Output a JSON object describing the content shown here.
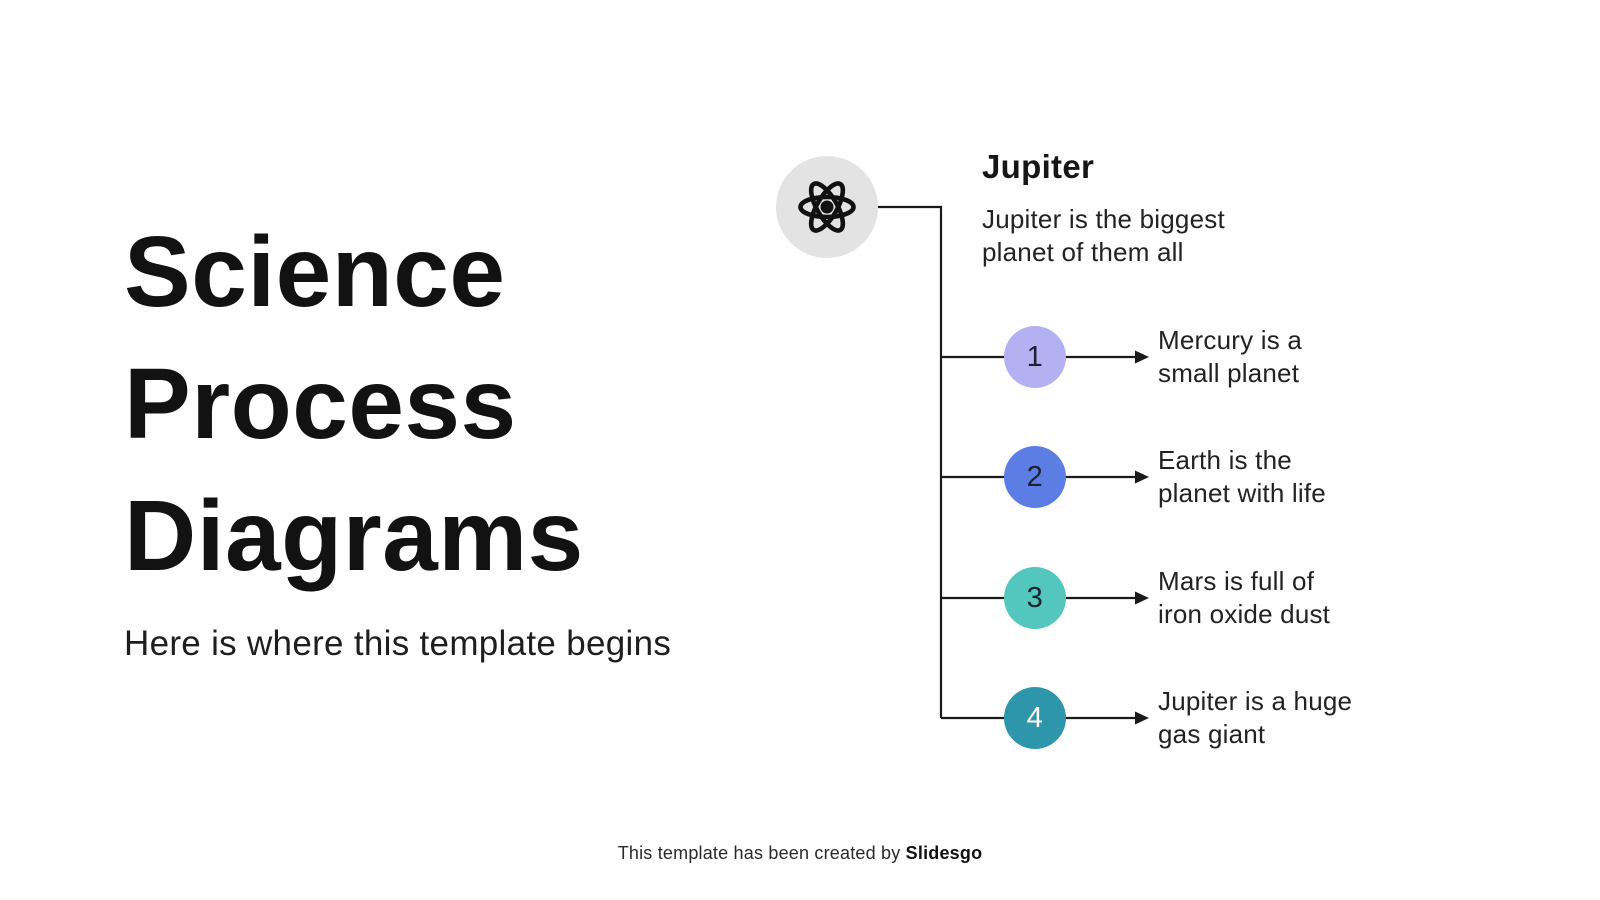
{
  "slide": {
    "title_lines": [
      "Science",
      "Process",
      "Diagrams"
    ],
    "subtitle": "Here is where this template begins"
  },
  "diagram": {
    "hub": {
      "icon": "atom-icon",
      "circle_color": "#e3e3e3",
      "heading": "Jupiter",
      "description_line1": "Jupiter is the biggest",
      "description_line2": "planet of them all"
    },
    "line_color": "#1a1a1a",
    "steps": [
      {
        "number": "1",
        "color": "#b4b1f3",
        "number_color": "#1d2130",
        "line1": "Mercury is a",
        "line2": "small planet"
      },
      {
        "number": "2",
        "color": "#5b7de4",
        "number_color": "#1d2130",
        "line1": "Earth is the",
        "line2": "planet with life"
      },
      {
        "number": "3",
        "color": "#53c6bd",
        "number_color": "#1d2130",
        "line1": "Mars is full of",
        "line2": "iron oxide dust"
      },
      {
        "number": "4",
        "color": "#2d96aa",
        "number_color": "#ffffff",
        "line1": "Jupiter is a huge",
        "line2": "gas giant"
      }
    ]
  },
  "footer": {
    "text": "This template has been created by ",
    "brand": "Slidesgo"
  }
}
